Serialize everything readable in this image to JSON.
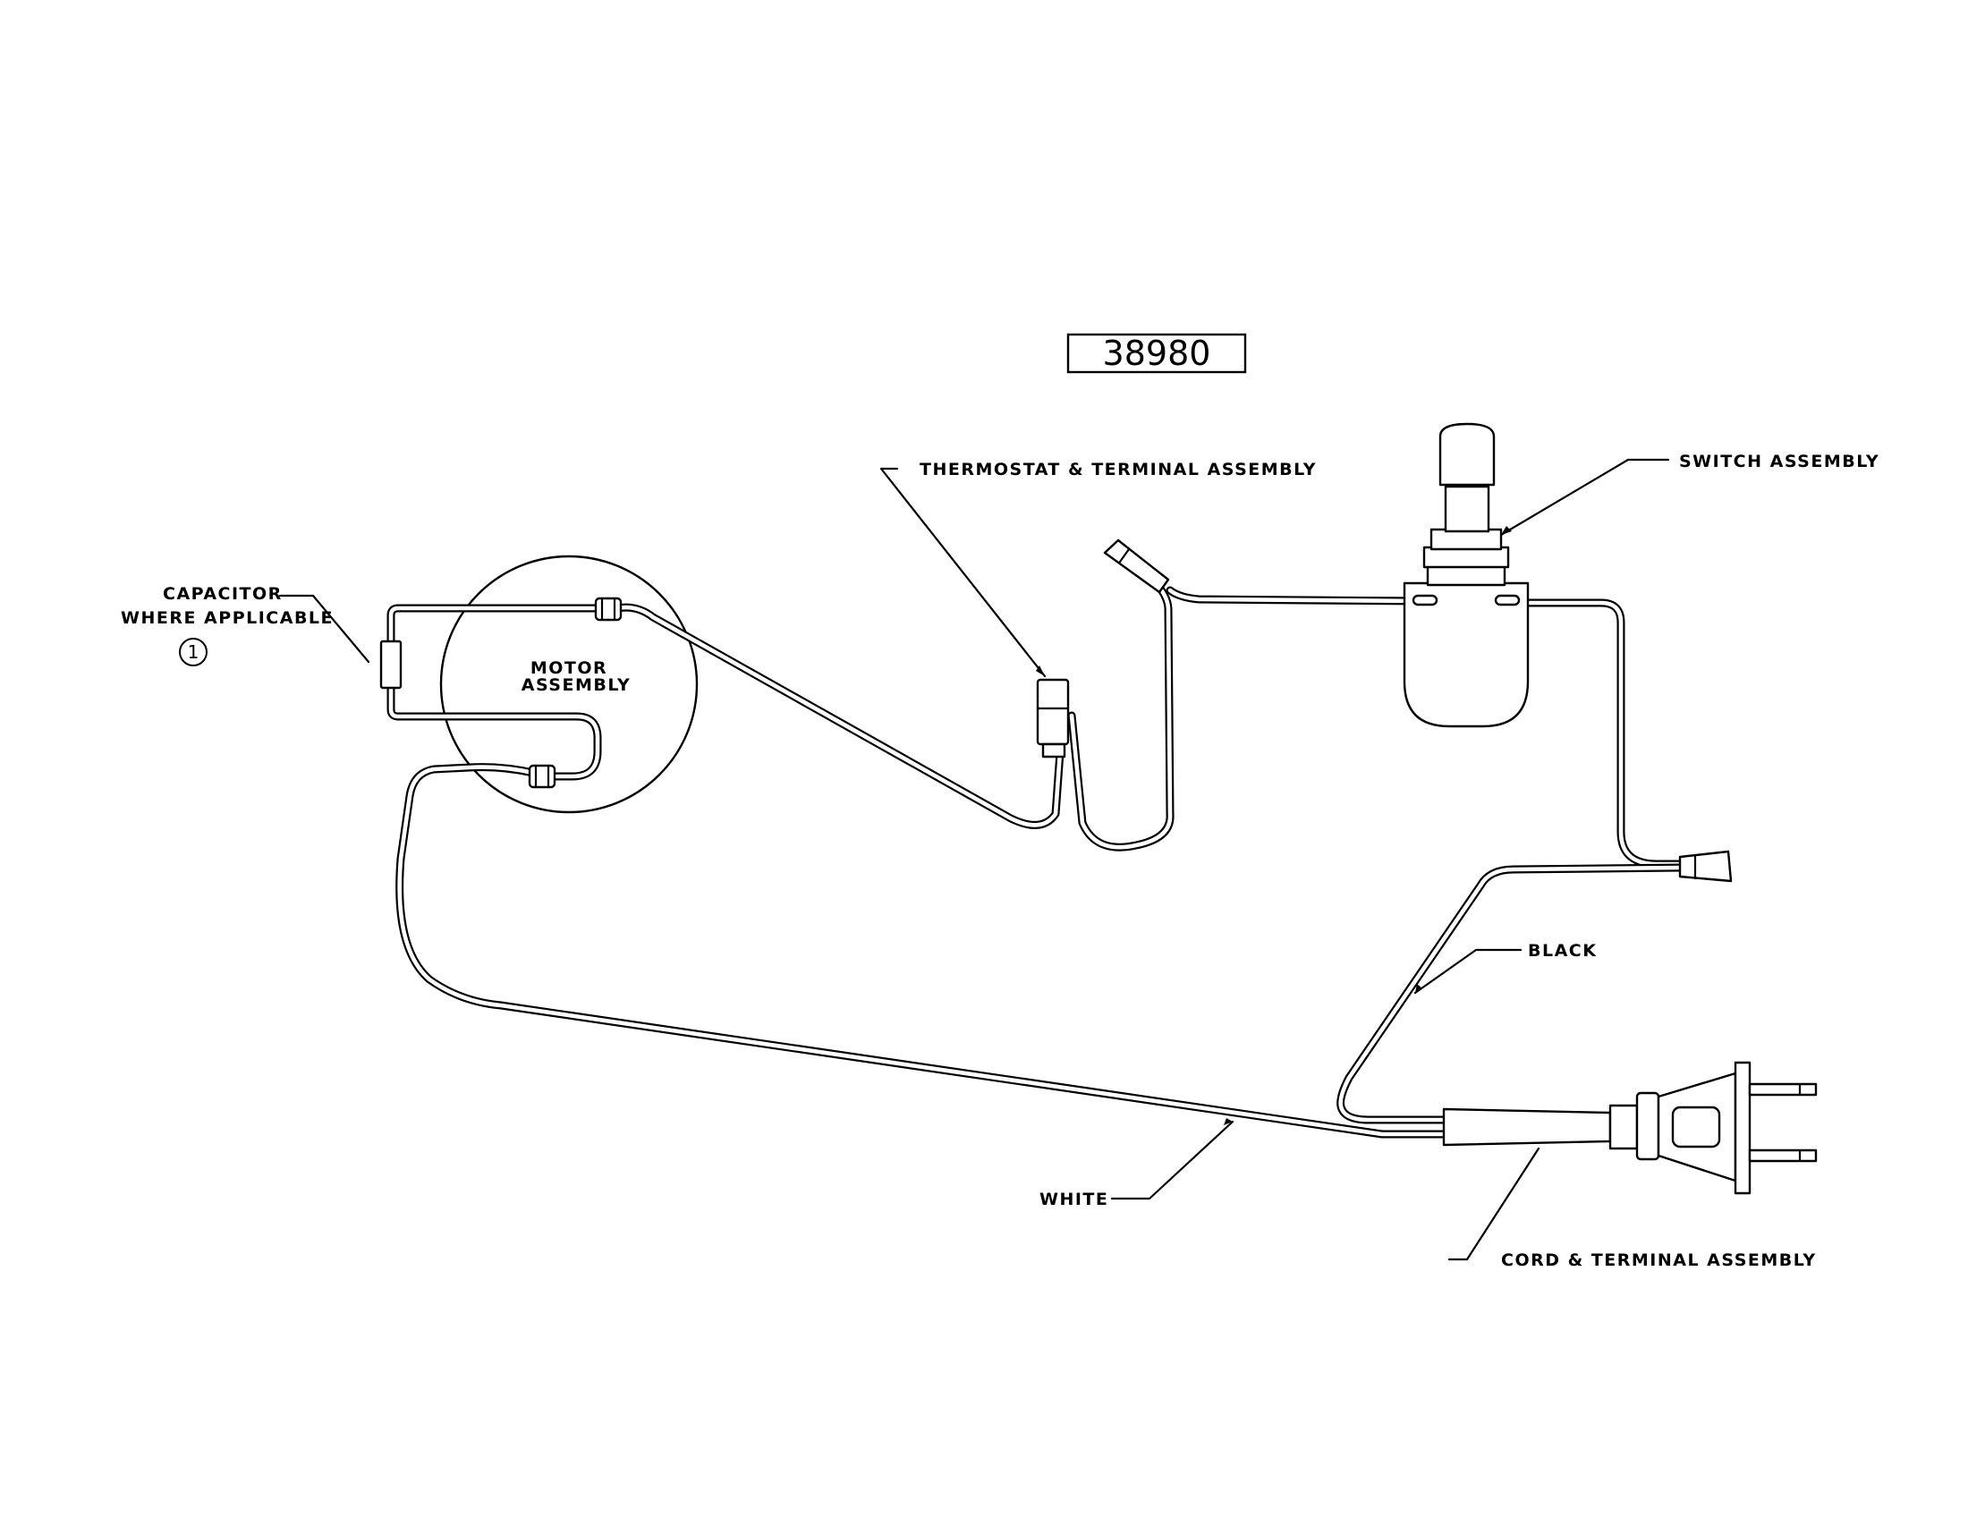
{
  "drawing_number": "38980",
  "labels": {
    "thermostat": "THERMOSTAT & TERMINAL ASSEMBLY",
    "switch": "SWITCH ASSEMBLY",
    "capacitor_line1": "CAPACITOR",
    "capacitor_line2": "WHERE APPLICABLE",
    "capacitor_note": "1",
    "motor_line1": "MOTOR",
    "motor_line2": "ASSEMBLY",
    "black": "BLACK",
    "white": "WHITE",
    "cord": "CORD & TERMINAL ASSEMBLY"
  }
}
